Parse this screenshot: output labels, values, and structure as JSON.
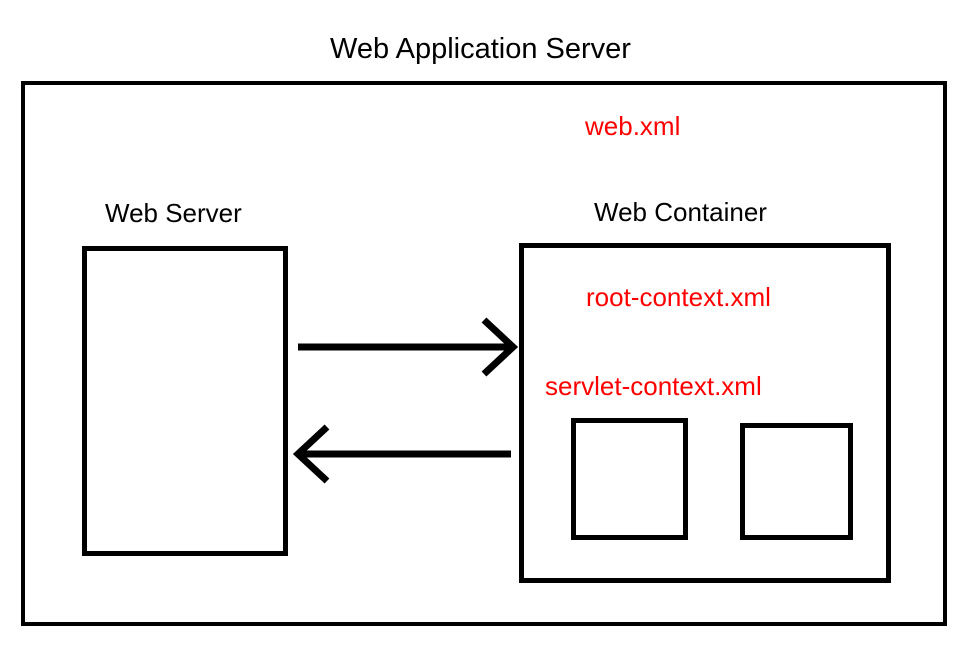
{
  "diagram": {
    "title": "Web Application Server",
    "type": "architecture-block-diagram",
    "colors": {
      "stroke": "#000000",
      "background": "#ffffff",
      "config_file_text": "#ff0000",
      "label_text": "#000000"
    },
    "nodes": [
      {
        "id": "was-frame",
        "label": "Web Application Server",
        "kind": "outer-container"
      },
      {
        "id": "web-server",
        "label": "Web Server",
        "kind": "block"
      },
      {
        "id": "web-container",
        "label": "Web Container",
        "kind": "block"
      },
      {
        "id": "servlet-box-left",
        "label": "",
        "kind": "block"
      },
      {
        "id": "servlet-box-right",
        "label": "",
        "kind": "block"
      }
    ],
    "config_files": [
      {
        "id": "web-xml",
        "name": "web.xml"
      },
      {
        "id": "root-context-xml",
        "name": "root-context.xml"
      },
      {
        "id": "servlet-context-xml",
        "name": "servlet-context.xml"
      }
    ],
    "edges": [
      {
        "id": "request-arrow",
        "from": "web-server",
        "to": "web-container",
        "direction": "right",
        "label": ""
      },
      {
        "id": "response-arrow",
        "from": "web-container",
        "to": "web-server",
        "direction": "left",
        "label": ""
      }
    ]
  }
}
